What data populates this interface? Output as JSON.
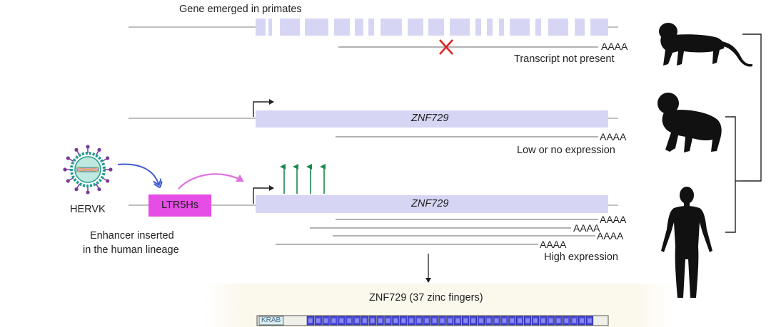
{
  "section1": {
    "title": "Gene emerged in primates",
    "poly_a": "AAAA",
    "note": "Transcript not present"
  },
  "section2": {
    "gene_label": "ZNF729",
    "poly_a": "AAAA",
    "note": "Low or no expression"
  },
  "section3": {
    "virus_label": "HERVK",
    "enhancer_box": "LTR5Hs",
    "enhancer_caption_line1": "Enhancer inserted",
    "enhancer_caption_line2": "in the human lineage",
    "gene_label": "ZNF729",
    "poly_a": [
      "AAAA",
      "AAAA",
      "AAAA",
      "AAAA"
    ],
    "note": "High expression"
  },
  "protein": {
    "title": "ZNF729 (37 zinc fingers)",
    "krab_label": "KRAB",
    "zinc_finger_count": 37
  },
  "colors": {
    "exon": "#d6d6f4",
    "enhancer": "#e64ce6",
    "arrow_blue": "#3f5bd0",
    "arrow_pink": "#e070e0",
    "green_arrows": "#1a8a4a",
    "red_x": "#e02020",
    "virus_teal": "#1f9a8c",
    "virus_purple": "#7a3a9a",
    "zinc_finger": "#4a4ae0",
    "protein_panel": "#fbf8ec",
    "silhouette": "#111111"
  },
  "icons": [
    "monkey-icon",
    "chimpanzee-icon",
    "human-icon",
    "hervk-virus-icon",
    "red-x-icon"
  ]
}
